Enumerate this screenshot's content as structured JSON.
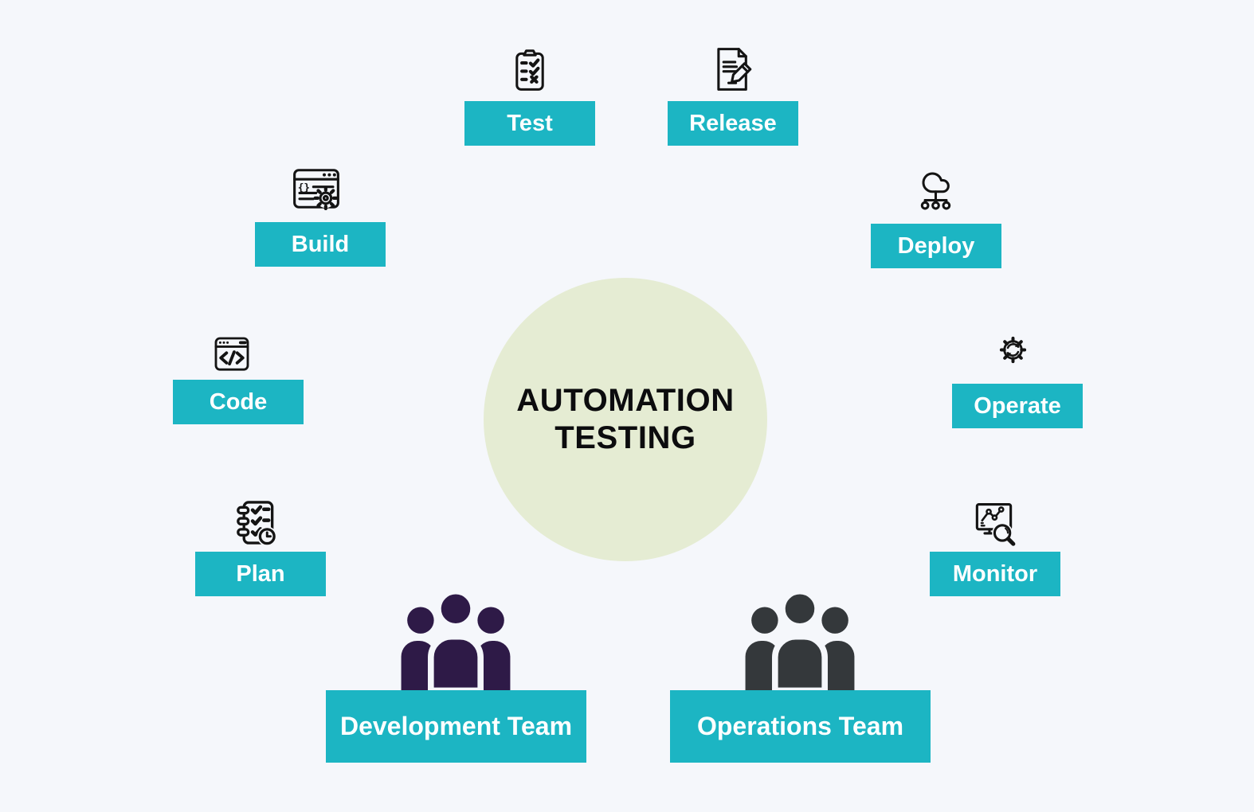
{
  "background": "#f5f7fb",
  "center": {
    "title_line1": "AUTOMATION",
    "title_line2": "TESTING",
    "circle_color": "#e5ecd3",
    "text_color": "#0c0c0e"
  },
  "stages": [
    {
      "label": "Test",
      "icon": "clipboard-checklist-icon"
    },
    {
      "label": "Release",
      "icon": "document-pencil-icon"
    },
    {
      "label": "Build",
      "icon": "browser-code-gear-icon"
    },
    {
      "label": "Deploy",
      "icon": "cloud-network-icon"
    },
    {
      "label": "Code",
      "icon": "browser-code-tag-icon"
    },
    {
      "label": "Operate",
      "icon": "gear-sync-icon"
    },
    {
      "label": "Plan",
      "icon": "notebook-checklist-clock-icon"
    },
    {
      "label": "Monitor",
      "icon": "screen-chart-magnifier-icon"
    }
  ],
  "teams": [
    {
      "label": "Development Team",
      "icon": "people-group-icon",
      "icon_color": "#2e1a47"
    },
    {
      "label": "Operations Team",
      "icon": "people-group-icon",
      "icon_color": "#34383b"
    }
  ],
  "colors": {
    "accent": "#1cb5c3",
    "chip_text": "#ffffff",
    "icon_stroke": "#141414"
  }
}
